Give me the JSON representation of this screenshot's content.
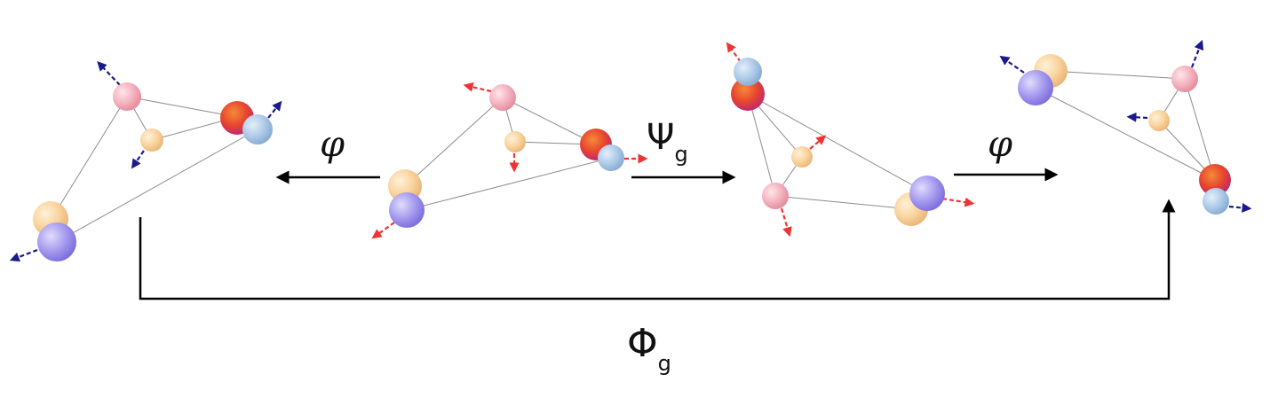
{
  "labels": {
    "left_map": "φ",
    "right_map": "φ",
    "mid_map_symbol": "Ψ",
    "mid_map_subscript": "g",
    "bottom_map_symbol": "Φ",
    "bottom_map_subscript": "g"
  },
  "colors": {
    "pink": "#f0a3b1",
    "yellow": "#f7cf97",
    "red_orange": "#e8522b",
    "light_blue": "#a6c4e4",
    "purple": "#9a8ee8",
    "edge": "#8c8c8c",
    "arrow_blue": "#1a1a8c",
    "arrow_red": "#ee3333",
    "main_arrow": "#000000"
  },
  "molecules": [
    {
      "name": "molecule-left",
      "vector_color": "blue"
    },
    {
      "name": "molecule-center",
      "vector_color": "red"
    },
    {
      "name": "molecule-right-center",
      "vector_color": "red"
    },
    {
      "name": "molecule-right",
      "vector_color": "blue"
    }
  ]
}
